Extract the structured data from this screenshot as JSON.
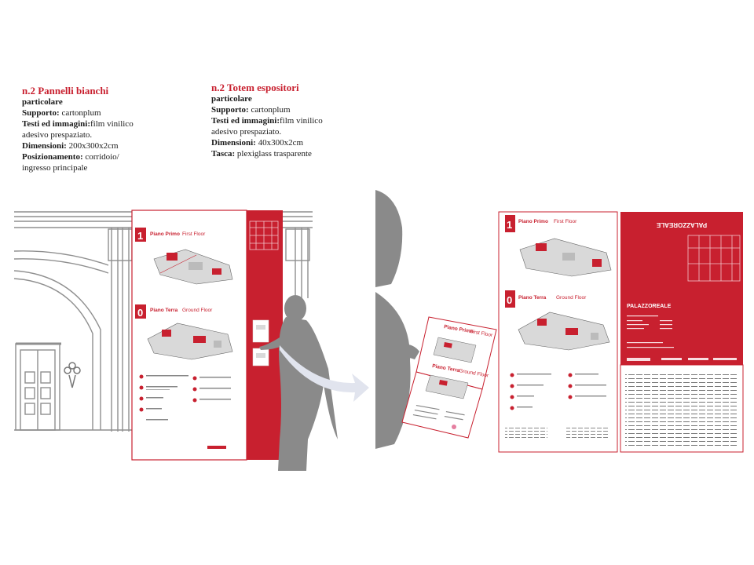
{
  "colors": {
    "accent": "#c8202f",
    "figure": "#8a8a8a",
    "line": "#9a9a9a"
  },
  "left_block": {
    "title": "n.2 Pannelli bianchi",
    "subtitle": "particolare",
    "support_label": "Supporto:",
    "support_value": " cartonplum",
    "text_label": "Testi ed immagini:",
    "text_value": "film vinilico adesivo prespaziato.",
    "dims_label": "Dimensioni:",
    "dims_value": " 200x300x2cm",
    "position_label": "Posizionamento:",
    "position_value": " corridoio/ ingresso principale"
  },
  "right_block": {
    "title": "n.2 Totem espositori",
    "subtitle": "particolare",
    "support_label": "Supporto:",
    "support_value": " cartonplum",
    "text_label": "Testi ed immagini:",
    "text_value": "film vinilico adesivo prespaziato.",
    "dims_label": "Dimensioni:",
    "dims_value": " 40x300x2cm",
    "pocket_label": "Tasca:",
    "pocket_value": " plexiglass trasparente"
  },
  "panel": {
    "floor1_number": "1",
    "floor1_title": "Piano Primo",
    "floor1_en": "First Floor",
    "floor0_number": "0",
    "floor0_title": "Piano Terra",
    "floor0_en": "Ground Floor"
  },
  "leaflet": {
    "floor1_title": "Piano Primo",
    "floor1_en": "First Floor",
    "floor0_title": "Piano Terra",
    "floor0_en": "Ground Floor"
  },
  "spread": {
    "floor1_number": "1",
    "floor1_title": "Piano Primo",
    "floor1_en": "First Floor",
    "floor0_number": "0",
    "floor0_title": "Piano Terra",
    "floor0_en": "Ground Floor",
    "logo_mirrored": "PALAZZOREALE",
    "logo": "PALAZZOREALE"
  }
}
